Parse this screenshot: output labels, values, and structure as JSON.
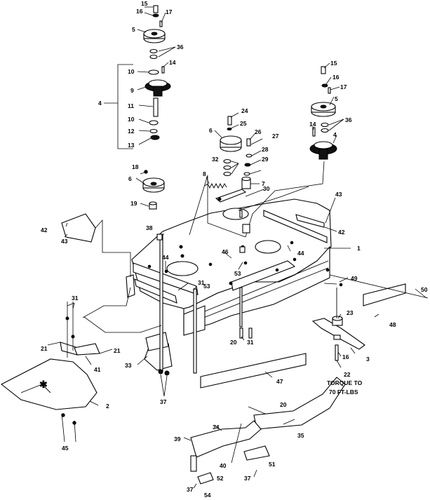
{
  "callouts": {
    "c1": "1",
    "c2": "2",
    "c3": "3",
    "c4a": "4",
    "c4b": "4",
    "c5a": "5",
    "c5b": "5",
    "c6a": "6",
    "c6b": "6",
    "c7": "7",
    "c8": "8",
    "c9": "9",
    "c10a": "10",
    "c10b": "10",
    "c11": "11",
    "c12": "12",
    "c13": "13",
    "c14a": "14",
    "c14b": "14",
    "c15a": "15",
    "c15b": "15",
    "c16a": "16",
    "c16b": "16",
    "c16c": "16",
    "c17a": "17",
    "c17b": "17",
    "c18": "18",
    "c19": "19",
    "c20a": "20",
    "c20b": "20",
    "c21a": "21",
    "c21b": "21",
    "c22": "22",
    "c23": "23",
    "c24": "24",
    "c25": "25",
    "c26": "26",
    "c27": "27",
    "c28": "28",
    "c29": "29",
    "c30": "30",
    "c31a": "31",
    "c31b": "31",
    "c31c": "31",
    "c32": "32",
    "c33": "33",
    "c34": "34",
    "c35": "35",
    "c36a": "36",
    "c36b": "36",
    "c37a": "37",
    "c37b": "37",
    "c37c": "37",
    "c38": "38",
    "c39": "39",
    "c40": "40",
    "c41": "41",
    "c42a": "42",
    "c42b": "42",
    "c43a": "43",
    "c43b": "43",
    "c44a": "44",
    "c44b": "44",
    "c45": "45",
    "c46": "46",
    "c47": "47",
    "c48": "48",
    "c49": "49",
    "c50": "50",
    "c51": "51",
    "c52": "52",
    "c53a": "53",
    "c53b": "53",
    "c54": "54"
  },
  "torque_note": {
    "line1": "TORQUE TO",
    "line2": "70 FT-LBS"
  }
}
